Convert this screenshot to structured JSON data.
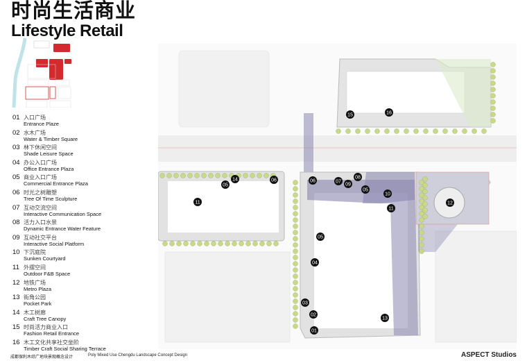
{
  "title": {
    "cn": "时尚生活商业",
    "en": "Lifestyle Retail"
  },
  "legend": [
    {
      "num": "01",
      "cn": "入口广场",
      "en": "Entrance Plaze"
    },
    {
      "num": "02",
      "cn": "水木广场",
      "en": "Water & Timber Square"
    },
    {
      "num": "03",
      "cn": "林下休闲空间",
      "en": "Shade Leisure Space"
    },
    {
      "num": "04",
      "cn": "办公入口广场",
      "en": "Office Entrance Plaza"
    },
    {
      "num": "05",
      "cn": "商业入口广场",
      "en": "Commercial Entrance Plaza"
    },
    {
      "num": "06",
      "cn": "时光之树雕塑",
      "en": "Tree Of Time Sculpture"
    },
    {
      "num": "07",
      "cn": "互动交流空间",
      "en": "Interactive Communication Space"
    },
    {
      "num": "08",
      "cn": "活力入口水景",
      "en": "Dynamic Entrance Water Feature"
    },
    {
      "num": "09",
      "cn": "互动社交平台",
      "en": "Interactive Social Platform"
    },
    {
      "num": "10",
      "cn": "下沉庭院",
      "en": "Sunken Courtyard"
    },
    {
      "num": "11",
      "cn": "外摆空间",
      "en": "Outdoor F&B Space"
    },
    {
      "num": "12",
      "cn": "地铁广场",
      "en": "Metro Plaza"
    },
    {
      "num": "13",
      "cn": "街角公园",
      "en": "Pocket Park"
    },
    {
      "num": "14",
      "cn": "木工树廊",
      "en": "Craft Tree Canopy"
    },
    {
      "num": "15",
      "cn": "时尚活力商业入口",
      "en": "Fashion Retail Entrance"
    },
    {
      "num": "16",
      "cn": "木工文化共享社交坐阶",
      "en": "Timber Craft Social Sharing Terrace"
    }
  ],
  "markers": [
    "15",
    "16",
    "14",
    "06",
    "05",
    "11",
    "06",
    "07",
    "08",
    "09",
    "05",
    "10",
    "11",
    "12",
    "05",
    "04",
    "03",
    "02",
    "01",
    "13"
  ],
  "footer": {
    "cn": "成都保利木综广地块景观概念设计",
    "en": "Poly Mixed Use Chengdu  Landscape Concept Design",
    "brand": "ASPECT Studios"
  },
  "colors": {
    "highlight": "#d42a2e",
    "overlay": "#8a86b0",
    "tree": "#c9d98a",
    "water": "#bfe3e8"
  }
}
